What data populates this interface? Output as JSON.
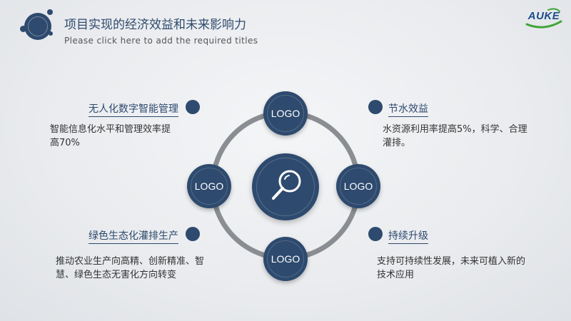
{
  "header": {
    "title": "项目实现的经济效益和未来影响力",
    "subtitle": "Please click here to add the required titles",
    "brand": "AUKE"
  },
  "diagram": {
    "nodes": {
      "top": "LOGO",
      "left": "LOGO",
      "right": "LOGO",
      "bottom": "LOGO"
    },
    "center_icon": "magnifier-icon"
  },
  "features": {
    "top_left": {
      "title": "无人化数字智能管理",
      "desc": "智能信息化水平和管理效率提高70%"
    },
    "top_right": {
      "title": "节水效益",
      "desc": "水资源利用率提高5%，科学、合理灌排。"
    },
    "bottom_left": {
      "title": "绿色生态化灌排生产",
      "desc": "推动农业生产向高精、创新精准、智慧、绿色生态无害化方向转变"
    },
    "bottom_right": {
      "title": "持续升级",
      "desc": "支持可持续性发展，未来可植入新的技术应用"
    }
  },
  "colors": {
    "primary": "#2e4a6e",
    "ring": "#8a8d91",
    "brand_blue": "#1c4c8c",
    "brand_green": "#3fa535"
  }
}
